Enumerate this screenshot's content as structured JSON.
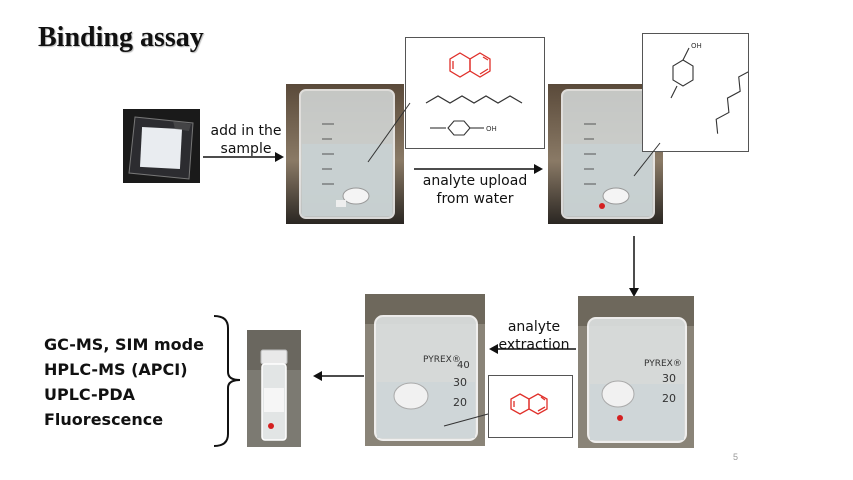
{
  "title": "Binding assay",
  "labels": {
    "add_sample_line1": "add  in the",
    "add_sample_line2": "sample",
    "upload_line1": "analyte upload",
    "upload_line2": "from water",
    "extraction_line1": "analyte",
    "extraction_line2": "extraction"
  },
  "methods": [
    "GC-MS, SIM mode",
    "HPLC-MS (APCI)",
    "UPLC-PDA",
    "Fluorescence"
  ],
  "beaker_text": {
    "brand": "PYREX®",
    "mark_40": "40",
    "mark_30": "30",
    "mark_20": "20"
  },
  "structure_labels": {
    "hydroxyl": "OH"
  },
  "page_number": "5",
  "colors": {
    "naphthalene": "#e0302a",
    "structure_lines": "#333333",
    "arrow": "#111111"
  }
}
